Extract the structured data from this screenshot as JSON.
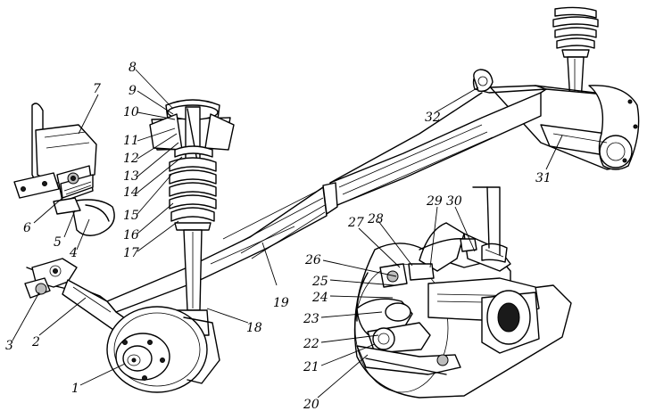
{
  "callouts": [
    {
      "id": "1",
      "text": "1"
    },
    {
      "id": "2",
      "text": "2"
    },
    {
      "id": "3",
      "text": "3"
    },
    {
      "id": "4",
      "text": "4"
    },
    {
      "id": "5",
      "text": "5"
    },
    {
      "id": "6",
      "text": "6"
    },
    {
      "id": "7",
      "text": "7"
    },
    {
      "id": "8",
      "text": "8"
    },
    {
      "id": "9",
      "text": "9"
    },
    {
      "id": "10",
      "text": "10"
    },
    {
      "id": "11",
      "text": "11"
    },
    {
      "id": "12",
      "text": "12"
    },
    {
      "id": "13",
      "text": "13"
    },
    {
      "id": "14",
      "text": "14"
    },
    {
      "id": "15",
      "text": "15"
    },
    {
      "id": "16",
      "text": "16"
    },
    {
      "id": "17",
      "text": "17"
    },
    {
      "id": "18",
      "text": "18"
    },
    {
      "id": "19",
      "text": "19"
    },
    {
      "id": "20",
      "text": "20"
    },
    {
      "id": "21",
      "text": "21"
    },
    {
      "id": "22",
      "text": "22"
    },
    {
      "id": "23",
      "text": "23"
    },
    {
      "id": "24",
      "text": "24"
    },
    {
      "id": "25",
      "text": "25"
    },
    {
      "id": "26",
      "text": "26"
    },
    {
      "id": "27",
      "text": "27"
    },
    {
      "id": "28",
      "text": "28"
    },
    {
      "id": "29",
      "text": "29"
    },
    {
      "id": "30",
      "text": "30"
    },
    {
      "id": "31",
      "text": "31"
    },
    {
      "id": "32",
      "text": "32"
    }
  ]
}
